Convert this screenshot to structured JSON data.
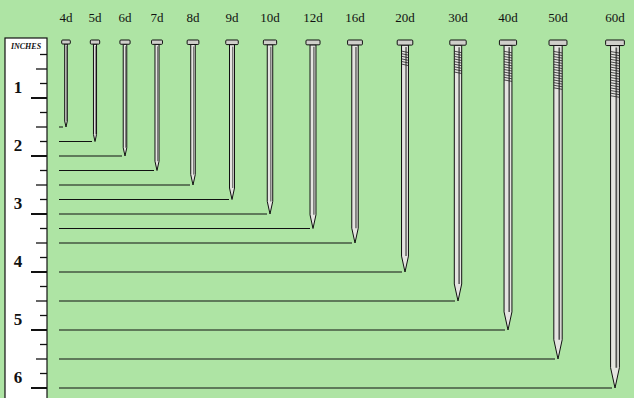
{
  "diagram": {
    "labels": [
      "INCHES",
      "1",
      "2",
      "3",
      "4",
      "5",
      "6",
      "4d",
      "5d",
      "6d",
      "7d",
      "8d",
      "9d",
      "10d",
      "12d",
      "16d",
      "20d",
      "30d",
      "40d",
      "50d",
      "60d"
    ]
  }
}
